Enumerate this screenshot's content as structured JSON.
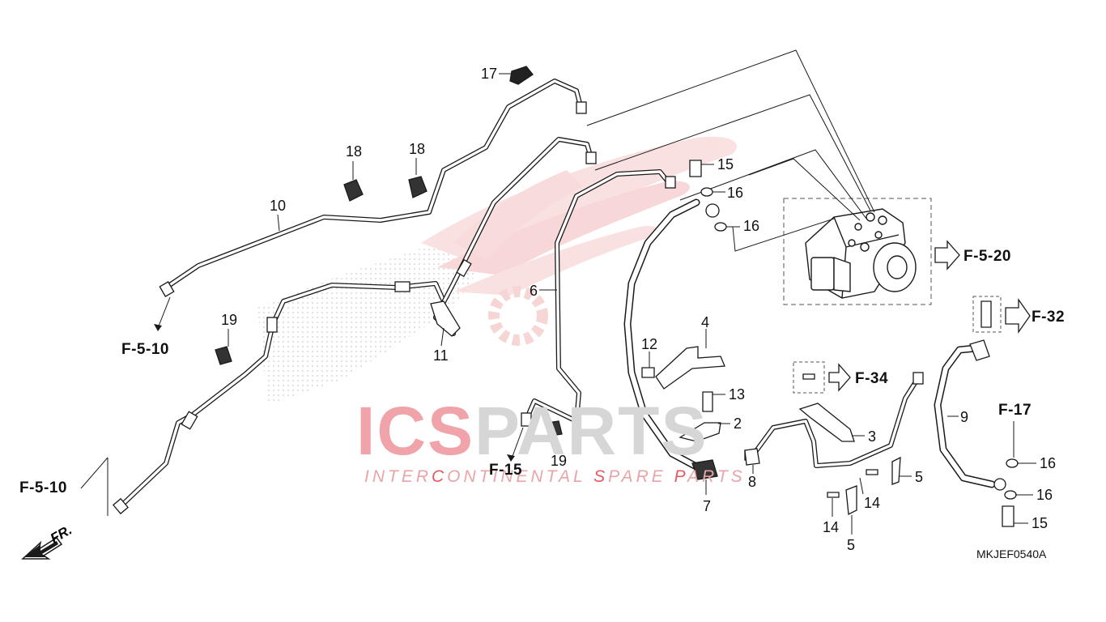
{
  "watermark": {
    "brand_left": "ICS",
    "brand_right": "PARTS",
    "tagline_parts": [
      {
        "text": "INTER",
        "color": "#e8a5a8"
      },
      {
        "text": "C",
        "color": "#e45a62"
      },
      {
        "text": "ONTINENTAL ",
        "color": "#e8a5a8"
      },
      {
        "text": "S",
        "color": "#e45a62"
      },
      {
        "text": "PARE ",
        "color": "#e8a5a8"
      },
      {
        "text": "P",
        "color": "#e45a62"
      },
      {
        "text": "ARTS",
        "color": "#e8a5a8"
      }
    ],
    "colors": {
      "red": "#e8636b",
      "grey": "#c9c9c9",
      "light_red": "#f3c3c6"
    }
  },
  "part_labels": {
    "p1": "17",
    "p2": "18",
    "p3": "18",
    "p4": "10",
    "p5": "19",
    "p6": "11",
    "p7": "6",
    "p8": "15",
    "p9": "16",
    "p10": "16",
    "p11": "4",
    "p12": "12",
    "p13": "13",
    "p14": "2",
    "p15": "19",
    "p16": "3",
    "p17": "8",
    "p18": "7",
    "p19": "5",
    "p20": "14",
    "p21": "14",
    "p22": "5",
    "p23": "9",
    "p24": "16",
    "p25": "16",
    "p26": "15"
  },
  "refs": {
    "r1": "F-5-10",
    "r2": "F-5-10",
    "r3": "F-15",
    "r4": "F-5-20",
    "r5": "F-32",
    "r6": "F-34",
    "r7": "F-17"
  },
  "direction": "FR.",
  "diagram_code": "MKJEF0540A",
  "colors": {
    "line": "#1a1a1a",
    "dash": "#555555"
  }
}
